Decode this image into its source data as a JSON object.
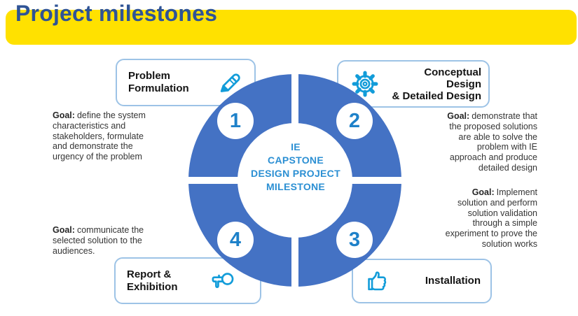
{
  "title": "Project milestones",
  "center": {
    "lines": [
      "IE",
      "CAPSTONE",
      "DESIGN PROJECT",
      "MILESTONE"
    ]
  },
  "milestones": [
    {
      "num": "1",
      "icon": "pencil-icon",
      "label_lines": [
        "Problem",
        "Formulation"
      ],
      "goal": {
        "label": "Goal:",
        "lines": [
          "define the system",
          "characteristics and",
          "stakeholders, formulate",
          "and demonstrate the",
          "urgency of the problem"
        ]
      }
    },
    {
      "num": "2",
      "icon": "gear-icon",
      "label_lines": [
        "Conceptual",
        "Design",
        "& Detailed Design"
      ],
      "goal": {
        "label": "Goal:",
        "lines": [
          "demonstrate that",
          "the proposed solutions",
          "are able to solve the",
          "problem with IE",
          "approach and produce",
          "detailed design"
        ]
      }
    },
    {
      "num": "3",
      "icon": "thumbs-up-icon",
      "label_lines": [
        "Installation"
      ],
      "goal": {
        "label": "Goal:",
        "lines": [
          "Implement",
          "solution and perform",
          "solution validation",
          "through a simple",
          "experiment to prove the",
          "solution works"
        ]
      }
    },
    {
      "num": "4",
      "icon": "megaphone-icon",
      "label_lines": [
        "Report &",
        "Exhibition"
      ],
      "goal": {
        "label": "Goal:",
        "lines": [
          "communicate the",
          "selected solution to the",
          "audiences."
        ]
      }
    }
  ],
  "colors": {
    "banner_yellow": "#FFE100",
    "title_blue": "#2F5496",
    "ring_blue": "#4472C4",
    "accent_blue": "#129CD9",
    "number_blue": "#1E81C9",
    "box_border": "#9DC3E6"
  }
}
